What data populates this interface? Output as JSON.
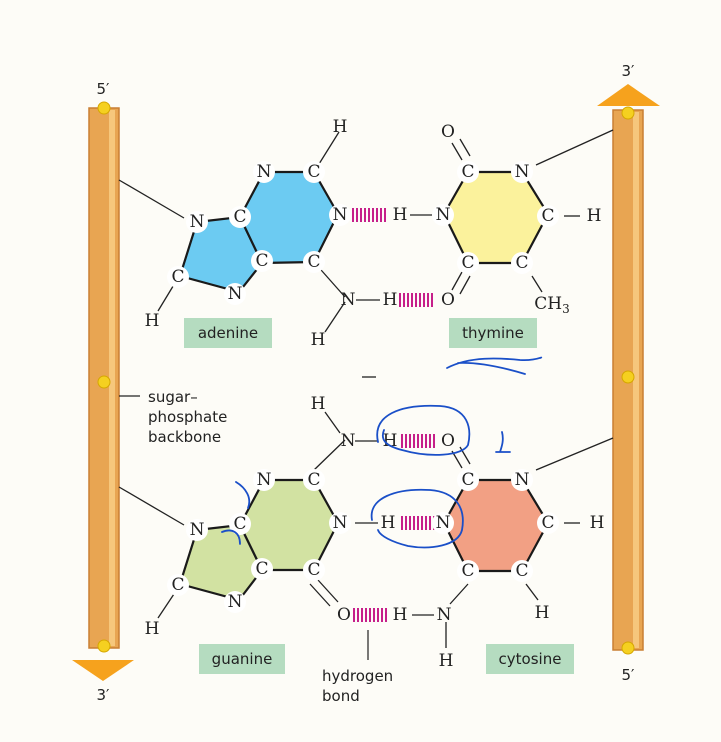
{
  "strand_ends": {
    "left_top": "5′",
    "left_bottom": "3′",
    "right_top": "3′",
    "right_bottom": "5′"
  },
  "labels": {
    "backbone": [
      "sugar–",
      "phosphate",
      "backbone"
    ],
    "hydrogen_bond": [
      "hydrogen",
      "bond"
    ]
  },
  "bases": {
    "adenine": "adenine",
    "thymine": "thymine",
    "guanine": "guanine",
    "cytosine": "cytosine"
  },
  "atoms": {
    "N": "N",
    "C": "C",
    "H": "H",
    "O": "O",
    "CH3": "CH3"
  },
  "colors": {
    "backbone": "#e8a552",
    "backbone_highlight": "#f6c77c",
    "phosphate": "#f5d020",
    "adenine": "#6ccbf2",
    "thymine": "#fbf29c",
    "guanine": "#d2e2a2",
    "cytosine": "#f2a084",
    "label_bg": "#b5dcc0",
    "hbond": "#c61f8a",
    "annotation_ink": "#1a4fc8"
  }
}
